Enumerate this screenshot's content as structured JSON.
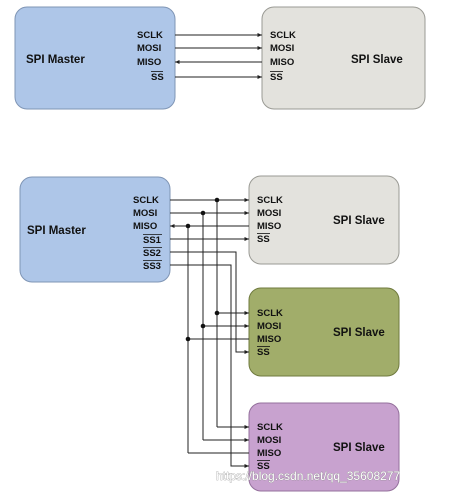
{
  "diagram1": {
    "master": {
      "title": "SPI Master",
      "pins": [
        "SCLK",
        "MOSI",
        "MISO",
        "SS"
      ]
    },
    "slave": {
      "title": "SPI Slave",
      "pins": [
        "SCLK",
        "MOSI",
        "MISO",
        "SS"
      ]
    }
  },
  "diagram2": {
    "master": {
      "title": "SPI Master",
      "pins": [
        "SCLK",
        "MOSI",
        "MISO",
        "SS1",
        "SS2",
        "SS3"
      ]
    },
    "slaves": [
      {
        "title": "SPI Slave",
        "pins": [
          "SCLK",
          "MOSI",
          "MISO",
          "SS"
        ],
        "color": "#e3e2dd"
      },
      {
        "title": "SPI Slave",
        "pins": [
          "SCLK",
          "MOSI",
          "MISO",
          "SS"
        ],
        "color": "#a1ad6a"
      },
      {
        "title": "SPI Slave",
        "pins": [
          "SCLK",
          "MOSI",
          "MISO",
          "SS"
        ],
        "color": "#c8a2cf"
      }
    ]
  },
  "colors": {
    "master": "#aec6e8",
    "slave_gray": "#e3e2dd",
    "line": "#222222"
  },
  "watermark": "https://blog.csdn.net/qq_35608277"
}
